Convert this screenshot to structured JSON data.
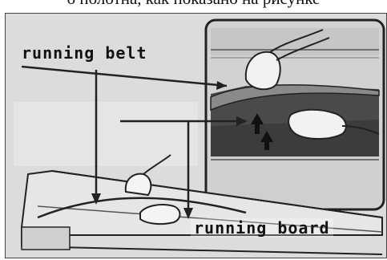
{
  "caption": "о полотна, как показано на рисунке",
  "labels": {
    "belt": "running belt",
    "board": "running board"
  }
}
